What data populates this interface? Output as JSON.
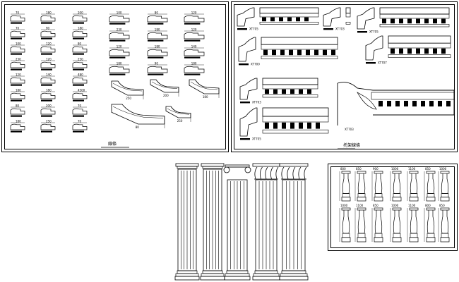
{
  "sheets": {
    "profiles": {
      "title": "線條"
    },
    "cornices": {
      "title": "托架線條"
    },
    "balusters": {
      "title": ""
    }
  },
  "profile_dims": [
    "70",
    "70",
    "100",
    "230",
    "120",
    "180",
    "80",
    "180",
    "180",
    "90",
    "120",
    "120",
    "140",
    "180",
    "200",
    "250",
    "200",
    "180",
    "80",
    "250",
    "480",
    "4500"
  ],
  "cornice_codes": [
    "XT705",
    "XT703",
    "XT705",
    "XT700",
    "XT707",
    "XT703"
  ],
  "baluster_dims": [
    "800",
    "850",
    "900",
    "1000",
    "1100",
    "850",
    "1000",
    "1100"
  ],
  "column_names": [
    "tuscan-column",
    "doric-column",
    "ionic-column",
    "corinthian-column",
    "composite-column"
  ]
}
